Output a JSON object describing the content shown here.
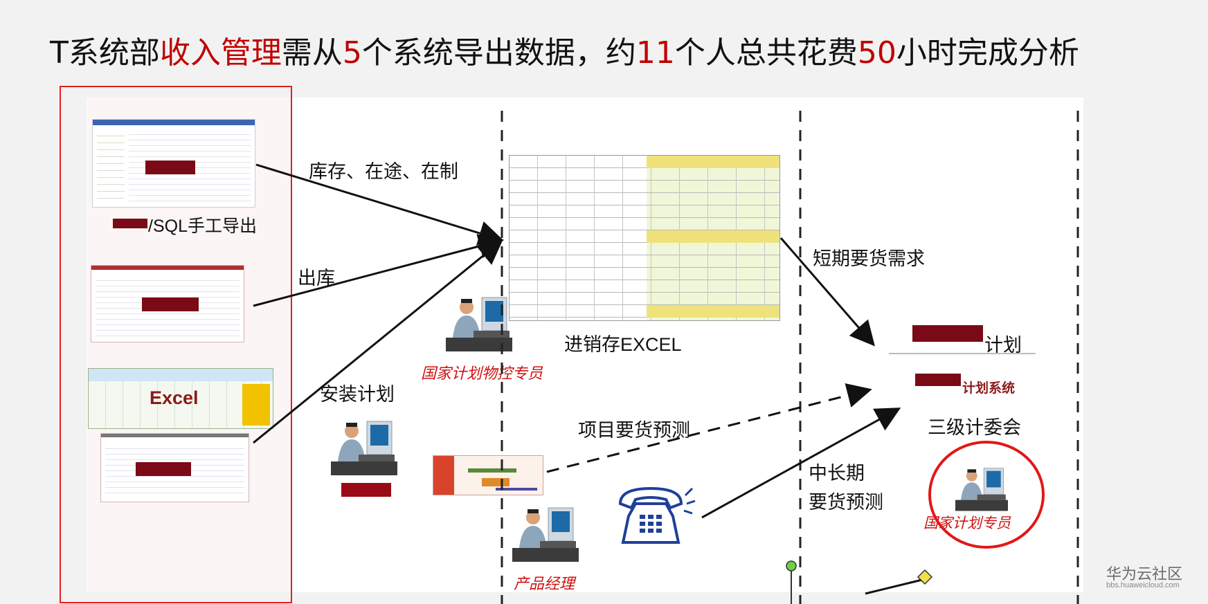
{
  "title": {
    "segments": [
      {
        "text": "T系统部",
        "color": "plain"
      },
      {
        "text": "收入管理",
        "color": "hl"
      },
      {
        "text": "需从",
        "color": "plain"
      },
      {
        "text": "5",
        "color": "hl"
      },
      {
        "text": "个系统导出数据，约",
        "color": "plain"
      },
      {
        "text": "11",
        "color": "hl"
      },
      {
        "text": "个人总共花费",
        "color": "plain"
      },
      {
        "text": "50",
        "color": "hl"
      },
      {
        "text": "小时完成分析",
        "color": "plain"
      }
    ]
  },
  "sources": {
    "erp_export_label": "/SQL手工导出",
    "excel_label": "Excel"
  },
  "flows": {
    "inventory": "库存、在途、在制",
    "outbound": "出库",
    "install_plan": "安装计划",
    "short_term_demand": "短期要货需求",
    "project_forecast": "项目要货预测",
    "mid_long_term_1": "中长期",
    "mid_long_term_2": "要货预测"
  },
  "roles": {
    "country_material_planner": "国家计划物控专员",
    "product_manager": "产品经理",
    "country_planner": "国家计划专员"
  },
  "center": {
    "psi_excel": "进销存EXCEL"
  },
  "sop": {
    "plan_suffix": "计划",
    "system_suffix": "计划系统",
    "committee": "三级计委会"
  },
  "watermark": {
    "cn": "华为云社区",
    "en": "bbs.huaweicloud.com"
  },
  "colors": {
    "highlight": "#c00000",
    "frame": "#e02020",
    "role_text": "#d01010",
    "redaction": "#7a0a16"
  }
}
